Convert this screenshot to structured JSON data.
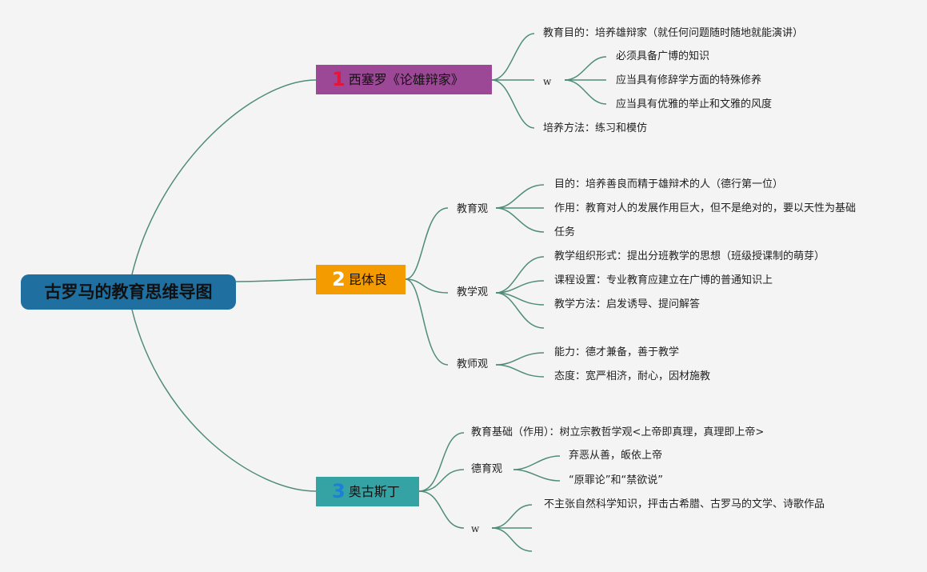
{
  "root": {
    "title": "古罗马的教育思维导图"
  },
  "branches": [
    {
      "number": "1",
      "title": "西塞罗《论雄辩家》",
      "items": {
        "goal": "教育目的：培养雄辩家（就任何问题随时随地就能演讲）",
        "w": "w",
        "w_children": [
          "必须具备广博的知识",
          "应当具有修辞学方面的特殊修养",
          "应当具有优雅的举止和文雅的风度"
        ],
        "method": "培养方法：练习和模仿"
      }
    },
    {
      "number": "2",
      "title": "昆体良",
      "groups": [
        {
          "label": "教育观",
          "items": [
            "目的：培养善良而精于雄辩术的人（德行第一位）",
            "作用：教育对人的发展作用巨大，但不是绝对的，要以天性为基础",
            "任务"
          ]
        },
        {
          "label": "教学观",
          "items": [
            "教学组织形式：提出分班教学的思想（班级授课制的萌芽）",
            "课程设置：专业教育应建立在广博的普通知识上",
            "教学方法：启发诱导、提问解答"
          ]
        },
        {
          "label": "教师观",
          "items": [
            "能力：德才兼备，善于教学",
            "态度：宽严相济，耐心，因材施教"
          ]
        }
      ]
    },
    {
      "number": "3",
      "title": "奥古斯丁",
      "foundation": "教育基础（作用）：树立宗教哲学观<上帝即真理，真理即上帝>",
      "moral": {
        "label": "德育观",
        "items": [
          "弃恶从善，皈依上帝",
          "“原罪论”和“禁欲说”"
        ]
      },
      "w": {
        "label": "w",
        "items": [
          "不主张自然科学知识，抨击古希腊、古罗马的文学、诗歌作品"
        ]
      }
    }
  ],
  "colors": {
    "root": "#1f6fa0",
    "branch1": "#9c4896",
    "branch2": "#f49b00",
    "branch3": "#35a2a4",
    "line": "#4f8c7a",
    "background": "#f4f4f4"
  }
}
